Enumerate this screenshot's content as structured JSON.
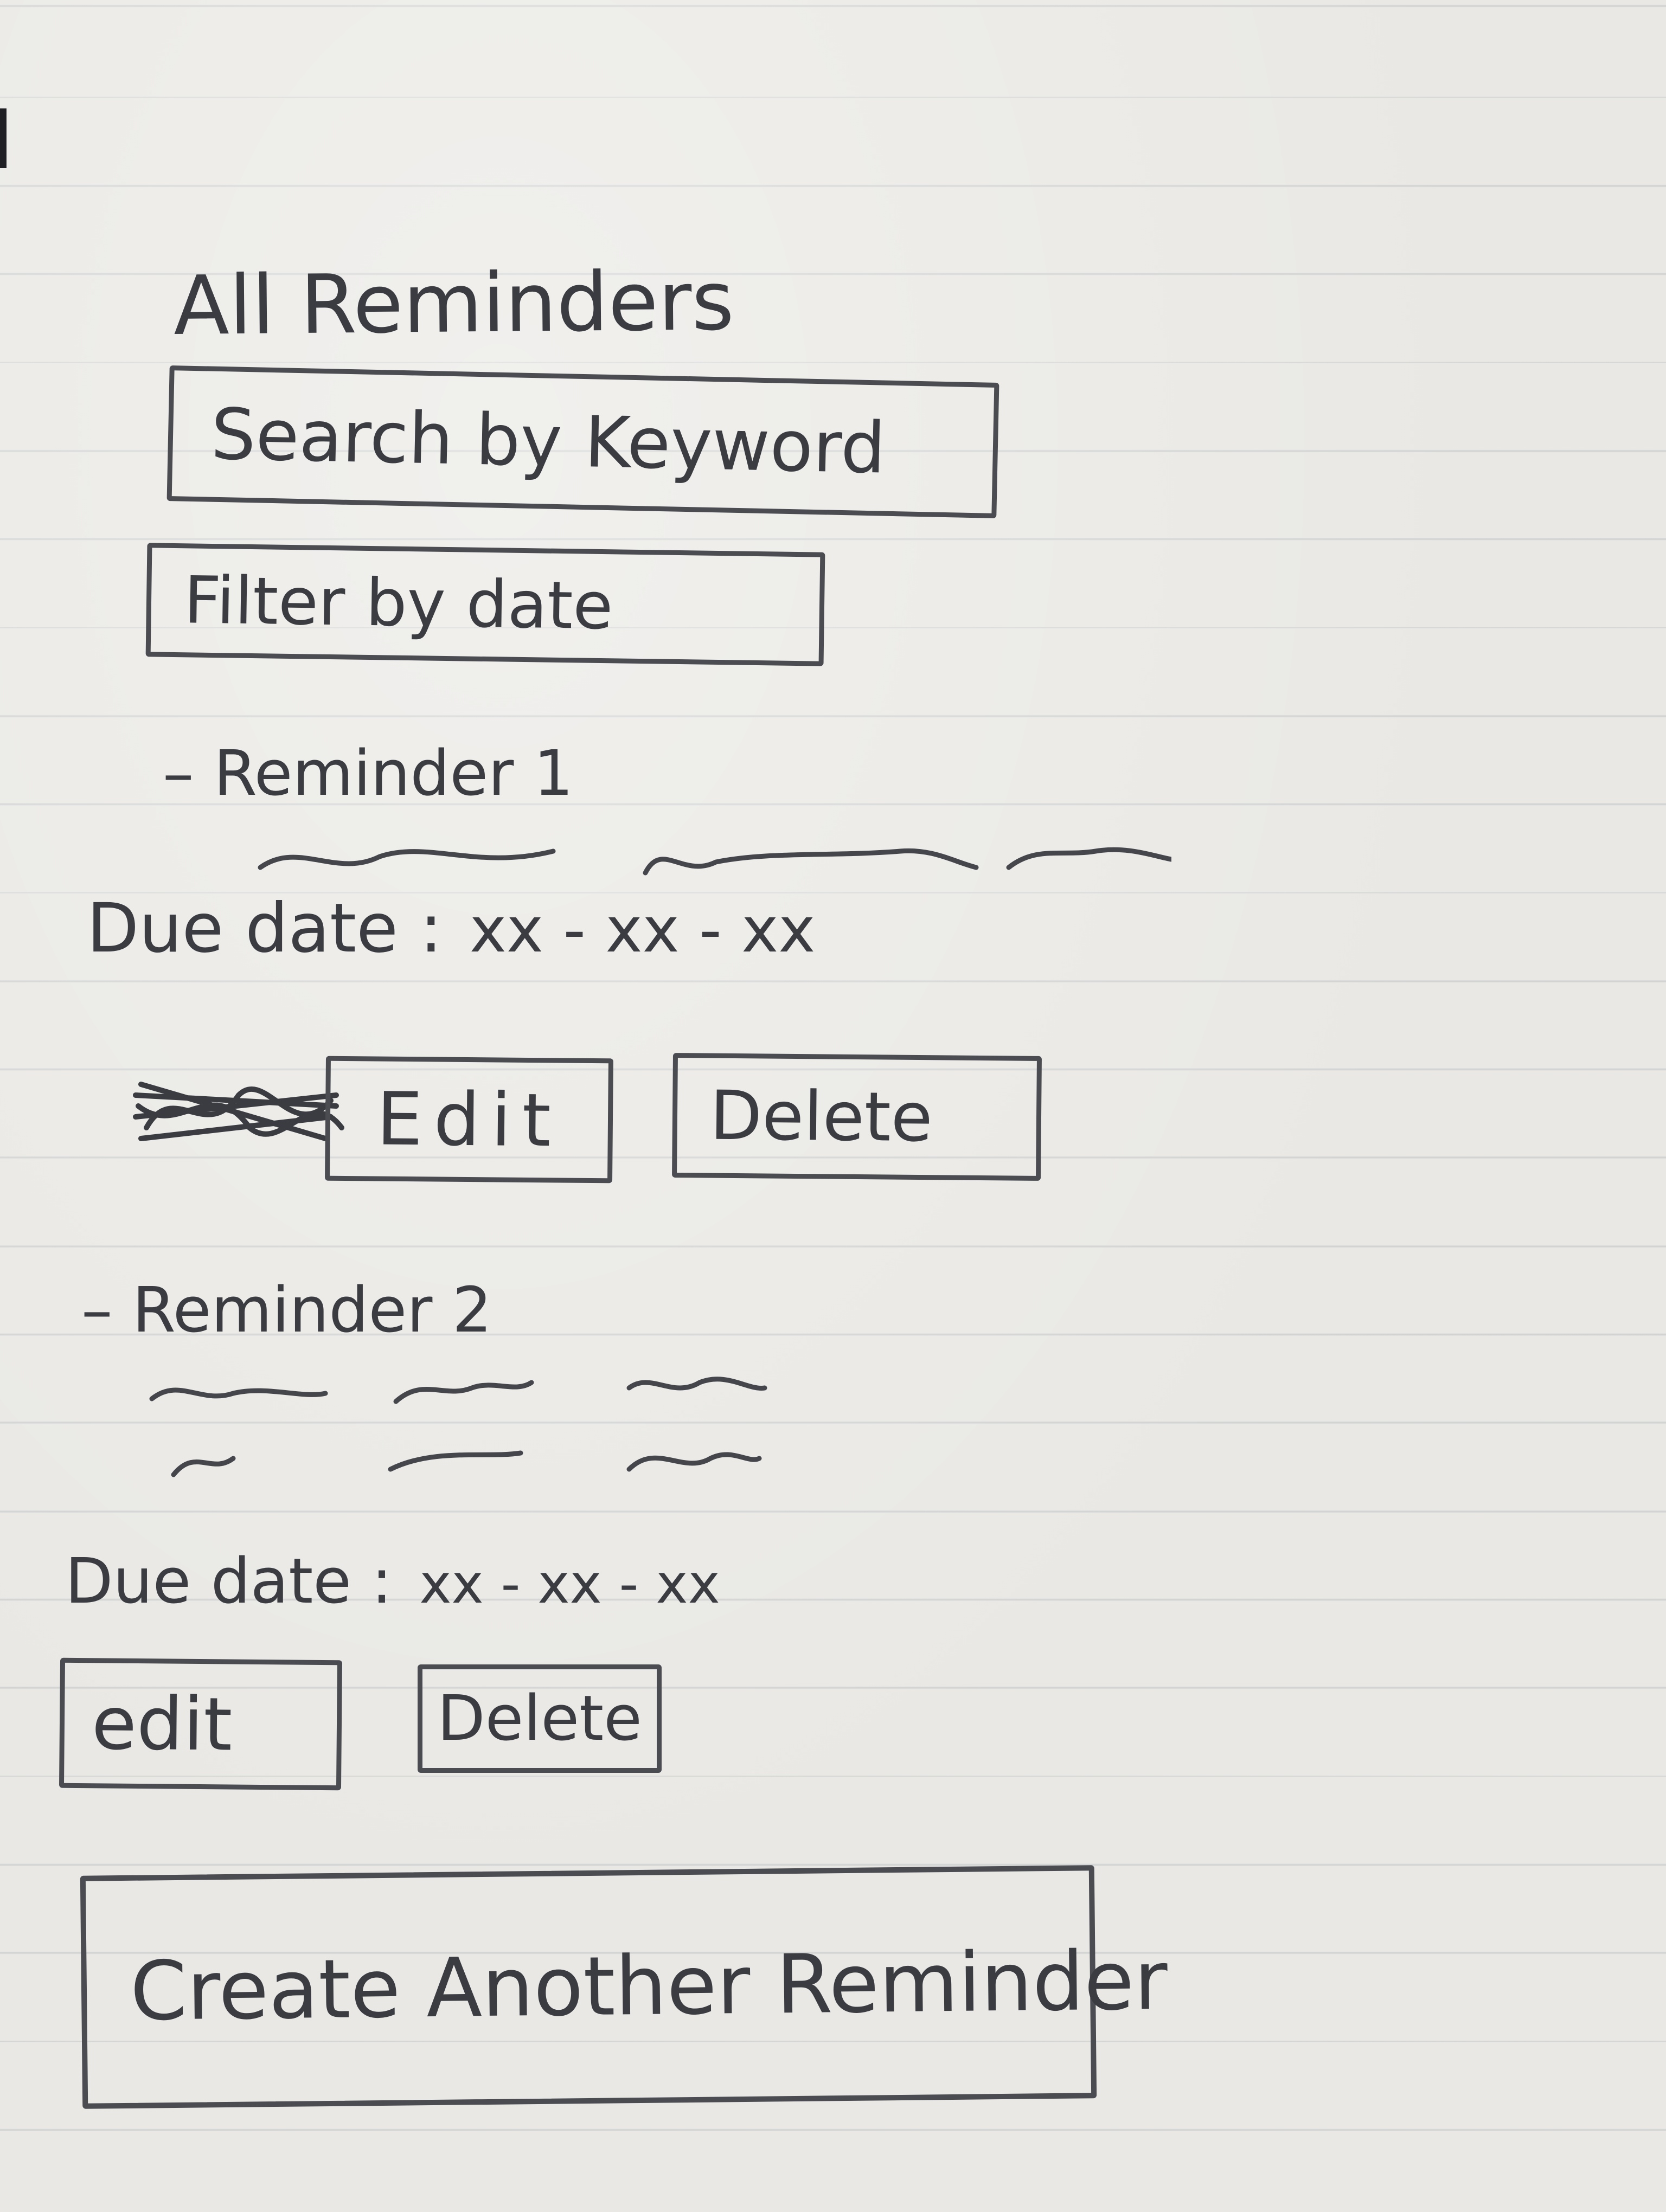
{
  "page": {
    "title": "All Reminders"
  },
  "search": {
    "placeholder": "Search by Keyword"
  },
  "filter": {
    "label": "Filter by date"
  },
  "reminders": [
    {
      "title": "– Reminder 1",
      "due_label": "Due date :",
      "due_value": "xx - xx - xx",
      "edit_label": "Edit",
      "delete_label": "Delete"
    },
    {
      "title": "– Reminder 2",
      "due_label": "Due date :",
      "due_value": "xx - xx - xx",
      "edit_label": "edit",
      "delete_label": "Delete"
    }
  ],
  "create": {
    "label": "Create Another Reminder"
  },
  "colors": {
    "ink": "#3a3c42",
    "paper": "#e9e8e4",
    "rule": "#96a0aa"
  }
}
